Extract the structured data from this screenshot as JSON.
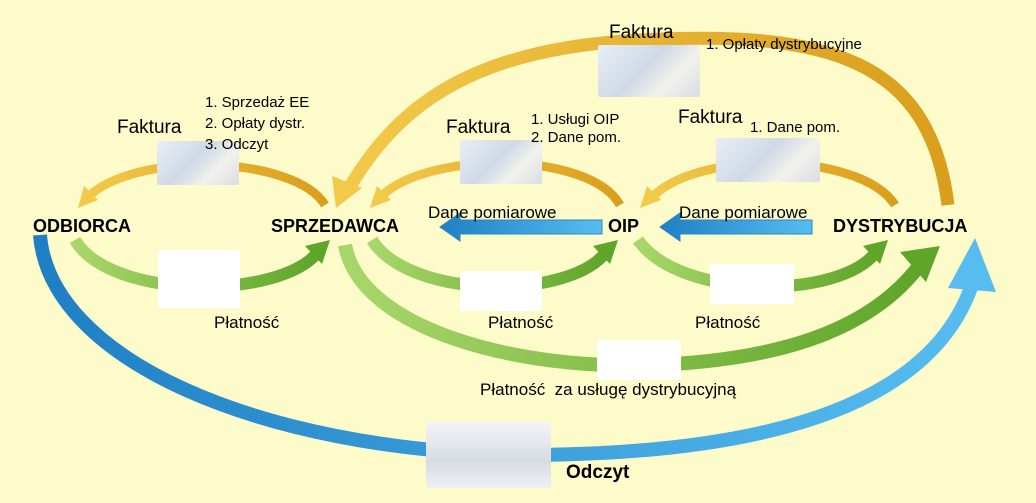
{
  "nodes": {
    "odbiorca": "ODBIORCA",
    "sprzedawca": "SPRZEDAWCA",
    "oip": "OIP",
    "dystrybucja": "DYSTRYBUCJA"
  },
  "invoices": {
    "sprzedawca_to_odbiorca": {
      "title": "Faktura",
      "items": [
        "1. Sprzedaż EE",
        "2. Opłaty dystr.",
        "3. Odczyt"
      ]
    },
    "oip_to_sprzedawca": {
      "title": "Faktura",
      "items": [
        "1. Usługi OIP",
        "2. Dane pom."
      ]
    },
    "dystrybucja_to_oip": {
      "title": "Faktura",
      "items": [
        "1. Dane pom."
      ]
    },
    "dystrybucja_to_sprzedawca": {
      "title": "Faktura",
      "items": [
        "1. Opłaty dystrybucyjne"
      ]
    }
  },
  "data_flows": {
    "oip_to_sprzedawca": "Dane pomiarowe",
    "dystrybucja_to_oip": "Dane pomiarowe"
  },
  "payments": {
    "odbiorca_to_sprzedawca": "Płatność",
    "sprzedawca_to_oip": "Płatność",
    "oip_to_dystrybucja": "Płatność",
    "sprzedawca_to_dystrybucja": "Płatność  za usługę dystrybucyjną"
  },
  "reading": {
    "label": "Odczyt"
  },
  "colors": {
    "background": "#fdfbc9",
    "invoice_arrow": "#e2ad24",
    "payment_arrow": "#82bd3a",
    "data_arrow": "#3d9fd8",
    "reading_arrow": "#2e8fce"
  }
}
